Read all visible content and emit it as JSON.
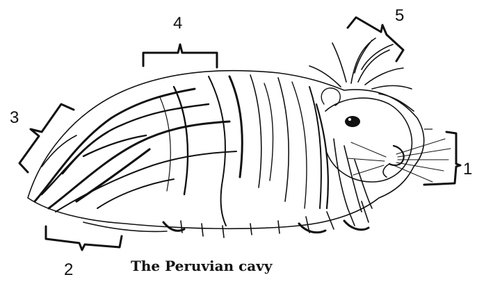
{
  "labels": {
    "l1": "1",
    "l2": "2",
    "l3": "3",
    "l4": "4",
    "l5": "5"
  },
  "caption": "The Peruvian cavy",
  "colors": {
    "ink": "#111111",
    "background": "#ffffff"
  }
}
